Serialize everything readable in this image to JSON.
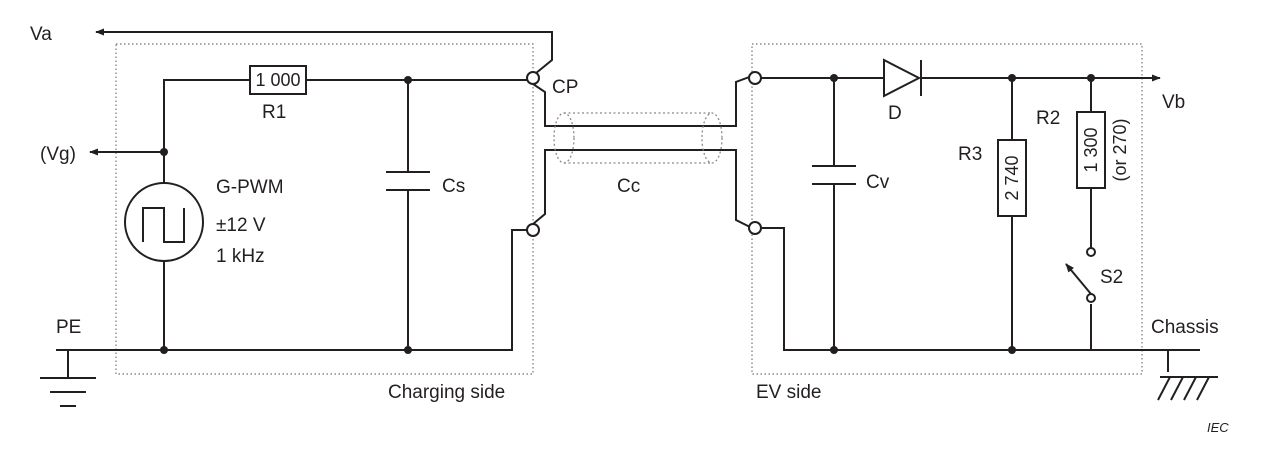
{
  "labels": {
    "va": "Va",
    "vg": "(Vg)",
    "vb": "Vb",
    "pe": "PE",
    "chassis": "Chassis",
    "cp": "CP",
    "cc": "Cc",
    "cs": "Cs",
    "cv": "Cv",
    "d": "D",
    "r1": "R1",
    "r2": "R2",
    "r3": "R3",
    "s2": "S2",
    "generator": "G-PWM",
    "gen_voltage": "±12 V",
    "gen_freq": "1 kHz"
  },
  "values": {
    "r1": "1 000",
    "r3": "2 740",
    "r2": "1 300",
    "r2_alt": "(or 270)"
  },
  "regions": {
    "charging": "Charging side",
    "ev": "EV side"
  },
  "source": "IEC"
}
